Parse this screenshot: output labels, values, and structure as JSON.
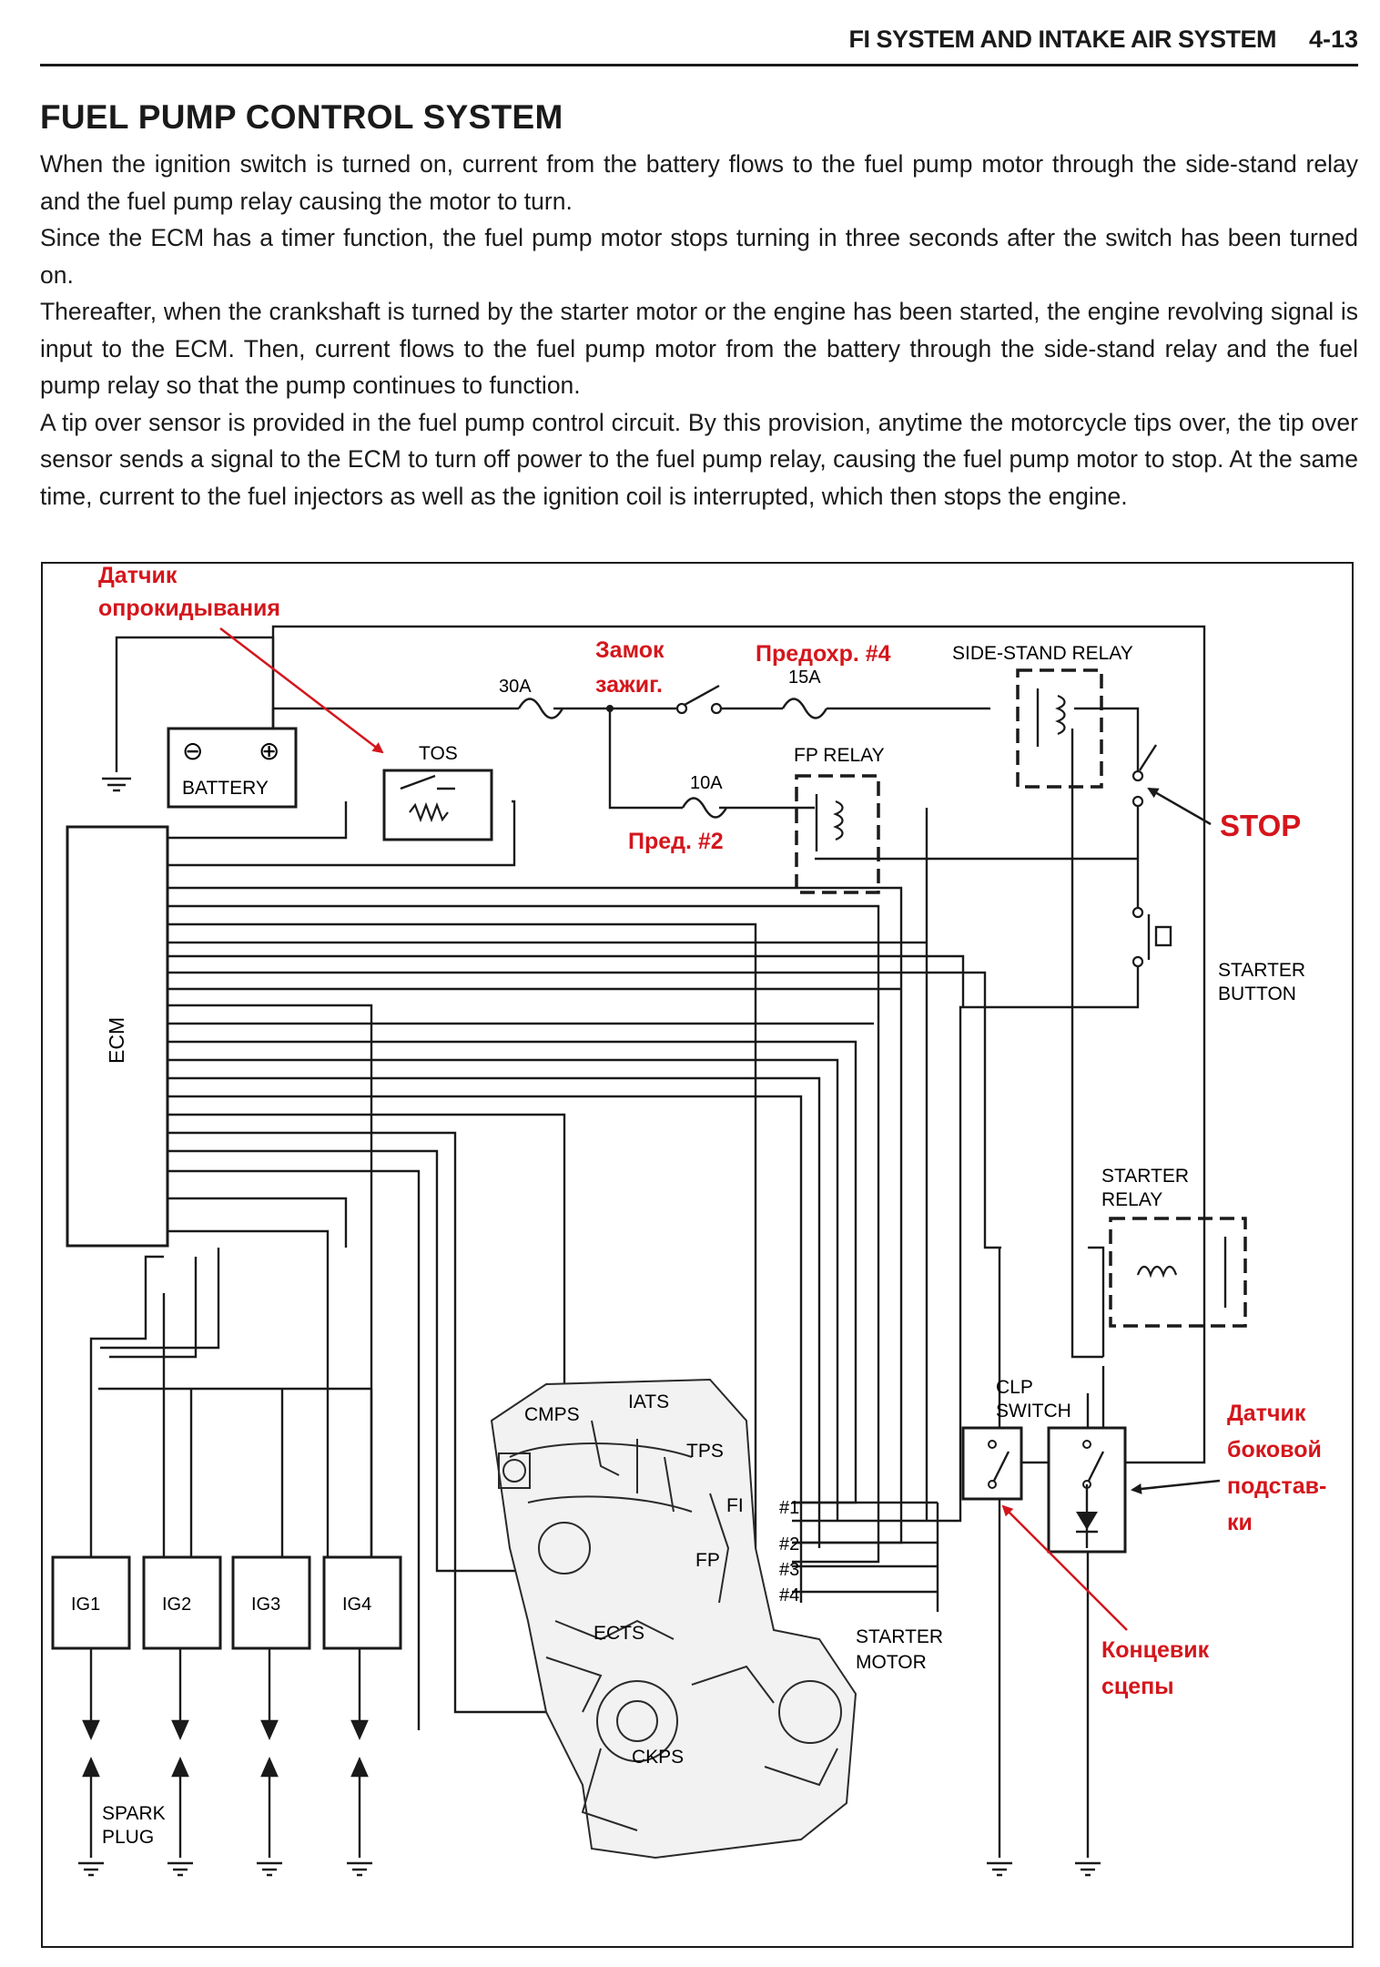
{
  "header": {
    "title": "FI SYSTEM AND INTAKE AIR SYSTEM",
    "page": "4-13"
  },
  "section_title": "FUEL PUMP CONTROL SYSTEM",
  "paragraphs": [
    "When the ignition switch is turned on, current from the battery flows to the fuel pump motor through the side-stand relay and the fuel pump relay causing the motor to turn.",
    "Since the ECM has a timer function, the fuel pump motor stops turning in three seconds after the switch has been turned on.",
    "Thereafter, when the crankshaft is turned by the starter motor or the engine has been started, the engine revolving signal is input to the ECM. Then, current flows to the fuel pump motor from the battery through the side-stand relay and the fuel pump relay so that the pump continues to function.",
    "A tip over sensor is provided in the fuel pump control circuit. By this provision, anytime the motorcycle tips over, the tip over sensor sends a signal to the ECM to turn off power to the fuel pump relay, causing the fuel pump motor to stop. At the same time, current to the fuel injectors as well as the ignition coil is interrupted, which then stops the engine."
  ],
  "diagram": {
    "components": {
      "battery": "BATTERY",
      "battery_minus": "⊖",
      "battery_plus": "⊕",
      "tos": "TOS",
      "fuse_main": "30A",
      "fuse_ign": "15A",
      "fuse_fp": "10A",
      "fp_relay": "FP RELAY",
      "side_stand_relay": "SIDE-STAND RELAY",
      "starter_button": [
        "STARTER",
        "BUTTON"
      ],
      "starter_relay": [
        "STARTER",
        "RELAY"
      ],
      "clp_switch": [
        "CLP",
        "SWITCH"
      ],
      "ecm": "ECM",
      "ignition_coils": [
        "IG1",
        "IG2",
        "IG3",
        "IG4"
      ],
      "spark_plug": [
        "SPARK",
        "PLUG"
      ],
      "sensors": [
        "CMPS",
        "IATS",
        "TPS",
        "FI",
        "FP",
        "ECTS",
        "CKPS"
      ],
      "injectors": [
        "#1",
        "#2",
        "#3",
        "#4"
      ],
      "starter_motor": [
        "STARTER",
        "MOTOR"
      ]
    },
    "annotations": {
      "tip_over_sensor": [
        "Датчик",
        "опрокидывания"
      ],
      "ignition_lock": [
        "Замок",
        "зажиг."
      ],
      "fuse_4": "Предохр. #4",
      "fuse_2": "Пред. #2",
      "stop": "STOP",
      "side_stand_sensor": [
        "Датчик",
        "боковой",
        "подстав-",
        "ки"
      ],
      "clutch_switch": [
        "Концевик",
        "сцепы"
      ]
    },
    "annotation_color": "#d4161c",
    "line_color": "#1a1a1a"
  }
}
